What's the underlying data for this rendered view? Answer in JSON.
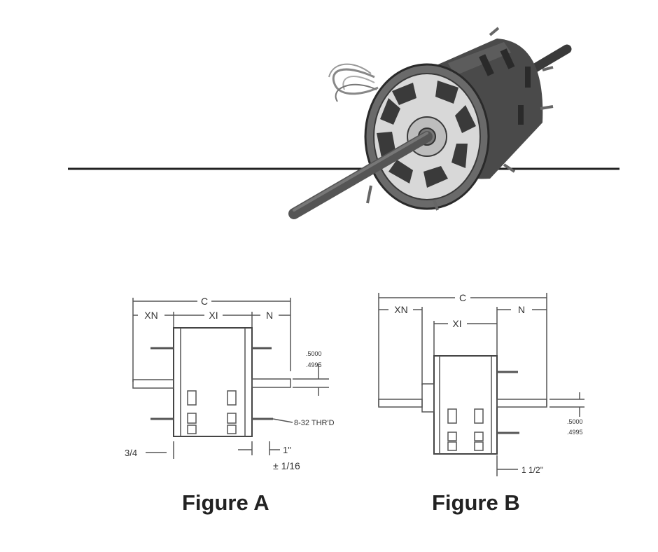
{
  "figure_a": {
    "caption": "Figure A",
    "dims": {
      "c": "C",
      "xn": "XN",
      "xi": "XI",
      "n": "N"
    },
    "shaft_dia_top": ".5000",
    "shaft_dia_bottom": ".4995",
    "thread_label": "8-32 THR'D",
    "foot_left": "3/4",
    "foot_right": "1\"",
    "foot_tol": "± 1/16"
  },
  "figure_b": {
    "caption": "Figure B",
    "dims": {
      "c": "C",
      "xn": "XN",
      "xi": "XI",
      "n": "N"
    },
    "shaft_dia_top": ".5000",
    "shaft_dia_bottom": ".4995",
    "foot_right": "1 1/2\""
  },
  "colors": {
    "motor_dark": "#4a4a4a",
    "line": "#222222",
    "drawing": "#555555"
  }
}
